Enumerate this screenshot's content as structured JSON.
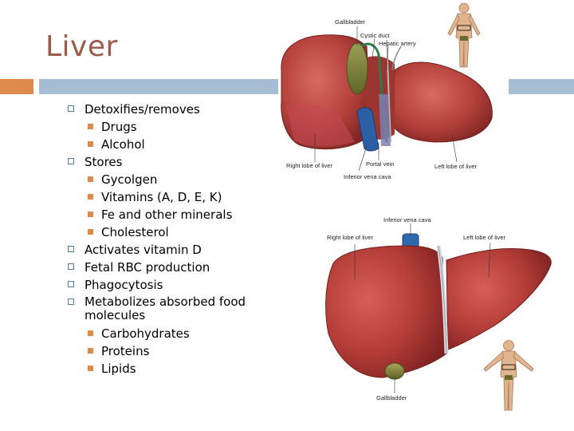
{
  "slide": {
    "title": "Liver",
    "accent_orange": "#df8a4d",
    "accent_blue": "#a7bdd3",
    "title_color": "#9b5b4a"
  },
  "bullets": {
    "detox": "Detoxifies/removes",
    "drugs": "Drugs",
    "alcohol": "Alcohol",
    "stores": "Stores",
    "glycogen": "Gycolgen",
    "vitamins": "Vitamins (A, D, E, K)",
    "fe": "Fe and other minerals",
    "cholesterol": "Cholesterol",
    "vitd": "Activates vitamin D",
    "fetal": "Fetal RBC production",
    "phago": "Phagocytosis",
    "metab": "Metabolizes absorbed food molecules",
    "carbs": "Carbohydrates",
    "proteins": "Proteins",
    "lipids": "Lipids"
  },
  "figure_top": {
    "gallbladder": "Gallbladder",
    "cystic_duct": "Cystic duct",
    "hepatic_artery": "Hepatic artery",
    "right_lobe": "Right lobe of liver",
    "portal_vein": "Portal vein",
    "left_lobe": "Left lobe of liver",
    "ivc": "Inferior vena cava"
  },
  "figure_bottom": {
    "ivc": "Inferior vena cava",
    "right_lobe": "Right lobe of liver",
    "left_lobe": "Left lobe of liver",
    "gallbladder": "Gallbladder"
  }
}
